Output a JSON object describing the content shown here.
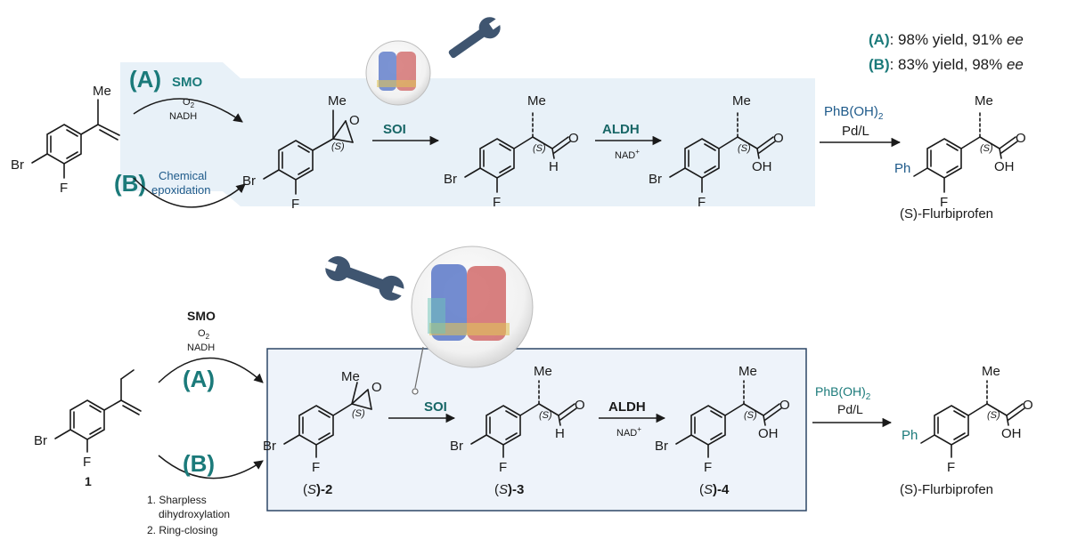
{
  "top": {
    "results": {
      "a_letter": "(A)",
      "a_text": ": 98% yield, 91% ",
      "b_letter": "(B)",
      "b_text": ": 83% yield, 98% ",
      "ee": "ee"
    },
    "route_a": {
      "letter": "(A)",
      "enzyme": "SMO",
      "o2": "O",
      "o2_sub": "2",
      "nadh": "NADH"
    },
    "route_b": {
      "letter": "(B)",
      "line1": "Chemical",
      "line2": "epoxidation"
    },
    "soi": "SOI",
    "aldh": "ALDH",
    "nad": "NAD",
    "nad_sup": "+",
    "coupling": {
      "line1": "PhB(OH)",
      "line1_sub": "2",
      "line2": "Pd/L"
    },
    "product": "(S)-Flurbiprofen"
  },
  "bottom": {
    "route_a": {
      "enzyme": "SMO",
      "o2": "O",
      "o2_sub": "2",
      "nadh": "NADH",
      "letter": "(A)"
    },
    "route_b": {
      "letter": "(B)",
      "step1": "1. Sharpless",
      "step1b": "dihydroxylation",
      "step2": "2. Ring-closing"
    },
    "soi": "SOI",
    "aldh": "ALDH",
    "nad": "NAD",
    "nad_sup": "+",
    "coupling": {
      "line1": "PhB(OH)",
      "line1_sub": "2",
      "line2": "Pd/L"
    },
    "compounds": {
      "c1": "1",
      "c2_pre": "(",
      "c2_s": "S",
      "c2_post": ")-2",
      "c3_post": ")-3",
      "c4_post": ")-4"
    },
    "product": "(S)-Flurbiprofen"
  },
  "atoms": {
    "me": "Me",
    "br": "Br",
    "f": "F",
    "o": "O",
    "h": "H",
    "oh": "OH",
    "ph": "Ph",
    "s": "(S)"
  },
  "colors": {
    "teal": "#1b7a7a",
    "blue": "#1e5a8a",
    "shade": "#e8f1f8",
    "box_border": "#2d4766",
    "box_fill": "#eef3fa",
    "wrench": "#3f5570"
  }
}
